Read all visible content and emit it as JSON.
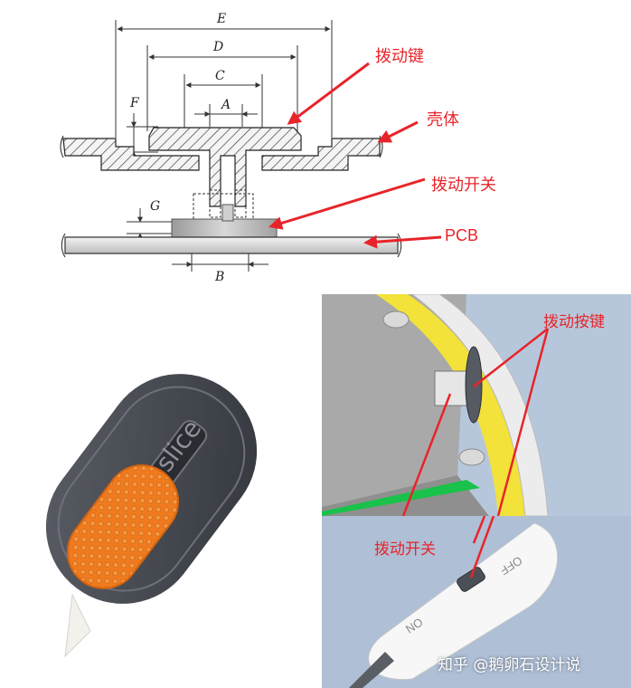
{
  "drawing": {
    "dimension_labels": {
      "E": "E",
      "D": "D",
      "C": "C",
      "A": "A",
      "F": "F",
      "G": "G",
      "B": "B"
    },
    "callouts": {
      "toggle_key": "拨动键",
      "housing": "壳体",
      "toggle_switch": "拨动开关",
      "pcb": "PCB"
    }
  },
  "product": {
    "brand_logo": "slice"
  },
  "cad": {
    "callouts": {
      "toggle_button": "拨动按键",
      "toggle_switch": "拨动开关"
    },
    "device_labels": {
      "off": "OFF",
      "on": "ON"
    }
  },
  "watermark": {
    "text": "知乎 @鹅卵石设计说"
  },
  "colors": {
    "callout_red": "#e8242a",
    "knob_orange": "#f07a1e",
    "case_grey": "#4a4d55",
    "pcb_green": "#19c24a",
    "cad_yellow": "#f2e23a",
    "cad_background": "#b7c7db"
  }
}
